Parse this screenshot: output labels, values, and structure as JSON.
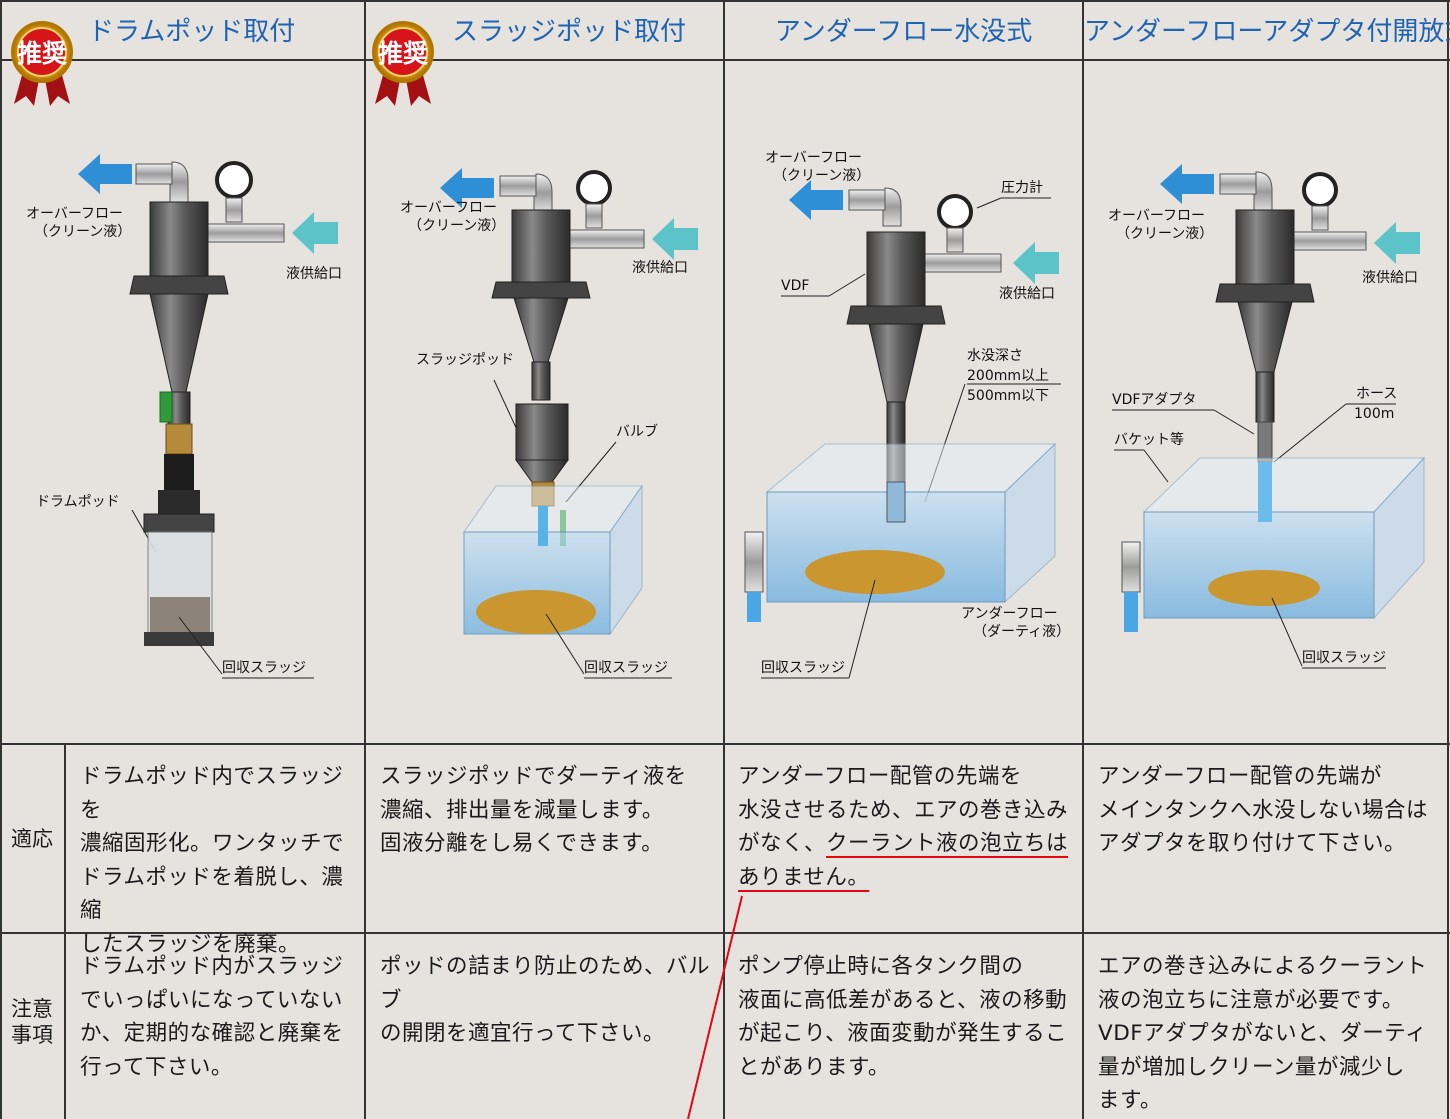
{
  "columns": [
    {
      "title": "ドラムポッド取付",
      "badge": "推奨",
      "labels": {
        "overflow": "オーバーフロー",
        "overflow_sub": "（クリーン液）",
        "inlet": "液供給口",
        "pod": "ドラムポッド",
        "sludge": "回収スラッジ"
      },
      "apply": "ドラムポッド内でスラッジを\n濃縮固形化。ワンタッチで\nドラムポッドを着脱し、濃縮\nしたスラッジを廃棄。",
      "note": "ドラムポッド内がスラッジ\nでいっぱいになっていない\nか、定期的な確認と廃棄を\n行って下さい。"
    },
    {
      "title": "スラッジポッド取付",
      "badge": "推奨",
      "labels": {
        "overflow": "オーバーフロー",
        "overflow_sub": "（クリーン液）",
        "inlet": "液供給口",
        "pod": "スラッジポッド",
        "valve": "バルブ",
        "sludge": "回収スラッジ"
      },
      "apply": "スラッジポッドでダーティ液を\n濃縮、排出量を減量します。\n固液分離をし易くできます。",
      "note": "ポッドの詰まり防止のため、バルブ\nの開閉を適宜行って下さい。"
    },
    {
      "title": "アンダーフロー水没式",
      "labels": {
        "overflow": "オーバーフロー",
        "overflow_sub": "（クリーン液）",
        "gauge": "圧力計",
        "vdf": "VDF",
        "inlet": "液供給口",
        "depth1": "水没深さ",
        "depth2": "200mm以上",
        "depth3": "500mm以下",
        "underflow": "アンダーフロー",
        "underflow_sub": "（ダーティ液）",
        "sludge": "回収スラッジ"
      },
      "apply_1": "アンダーフロー配管の先端を\n水没させるため、エアの巻き込み\nがなく、",
      "apply_u": "クーラント液の泡立ちは",
      "apply_2": "\nありません。",
      "note": "ポンプ停止時に各タンク間の\n液面に高低差があると、液の移動\nが起こり、液面変動が発生するこ\nとがあります。"
    },
    {
      "title": "アンダーフローアダプタ付開放式",
      "labels": {
        "overflow": "オーバーフロー",
        "overflow_sub": "（クリーン液）",
        "inlet": "液供給口",
        "adapter": "VDFアダプタ",
        "hose1": "ホース",
        "hose2": "100m",
        "bucket": "バケット等",
        "sludge": "回収スラッジ"
      },
      "apply": "アンダーフロー配管の先端が\nメインタンクへ水没しない場合は\nアダプタを取り付けて下さい。",
      "note": "エアの巻き込みによるクーラント\n液の泡立ちに注意が必要です。\nVDFアダプタがないと、ダーティ\n量が増加しクリーン量が減少し\nます。"
    }
  ],
  "rows": {
    "apply_label": "適応",
    "note_label_1": "注意",
    "note_label_2": "事項"
  },
  "colors": {
    "title": "#1f64b2",
    "arrow_out": "#2e8fd6",
    "arrow_in": "#5cc3c8",
    "badge": "#d7141a",
    "ribbon": "#a31014",
    "underline": "#e30613",
    "water": "#9cc9ea"
  }
}
